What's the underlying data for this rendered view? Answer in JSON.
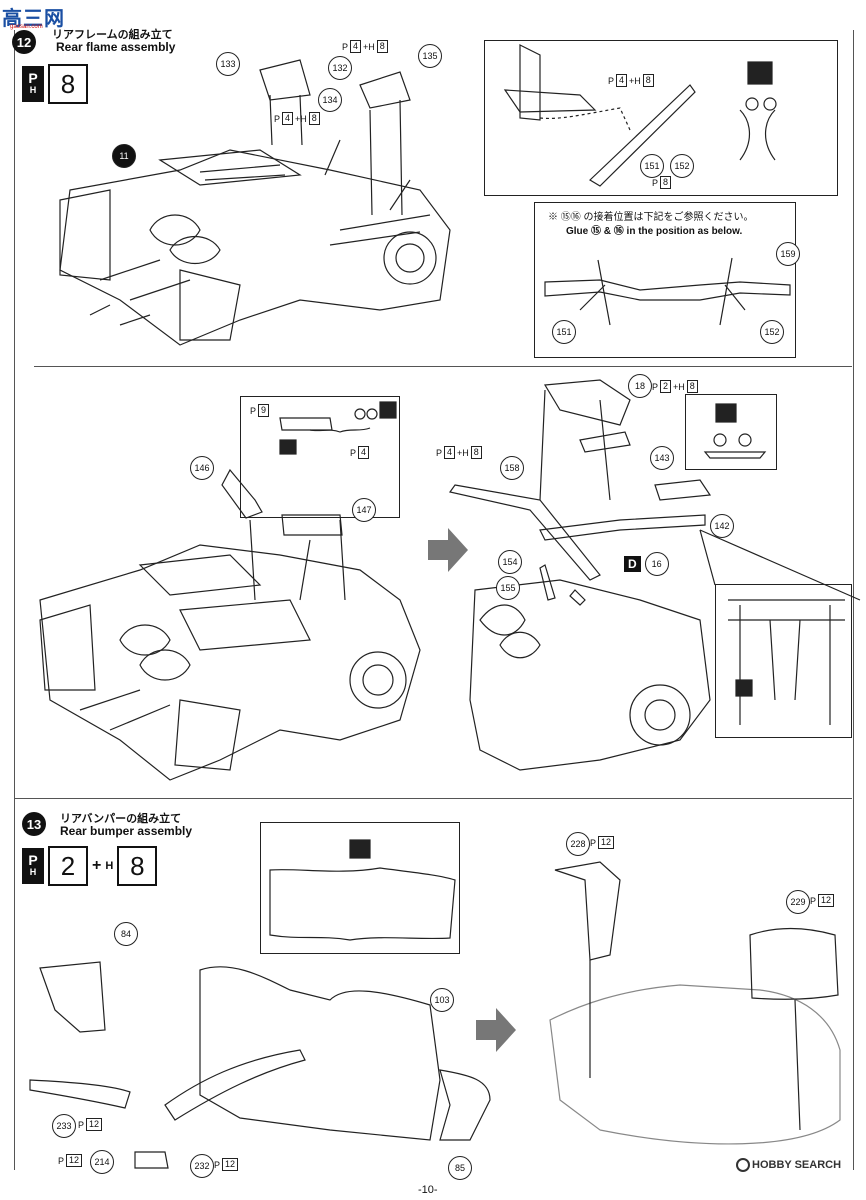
{
  "watermark": {
    "top": "高三网",
    "top_sub": "gaosan.com",
    "bottom": "HOBBY SEARCH"
  },
  "step12": {
    "badge": "12",
    "title_jp": "リアフレームの組み立て",
    "title_en": "Rear flame assembly",
    "paint": {
      "ph": "P",
      "h": "H",
      "num": "8"
    }
  },
  "step13": {
    "badge": "13",
    "title_jp": "リアバンパーの組み立て",
    "title_en": "Rear bumper assembly",
    "paint": {
      "n1": "2",
      "n2": "8"
    }
  },
  "glue_note": {
    "jp": "※ ⑮⑯ の接着位置は下記をご参照ください。",
    "en": "Glue ⑮ & ⑯ in the position as below."
  },
  "callouts": {
    "p133": "133",
    "p132": "132",
    "p134": "134",
    "p135": "135",
    "p11": "11",
    "p151": "151",
    "p152": "152",
    "p159": "159",
    "p151b": "151",
    "p152b": "152",
    "p146": "146",
    "p147": "147",
    "p18": "18",
    "p143": "143",
    "p158": "158",
    "p142": "142",
    "p154": "154",
    "p155": "155",
    "pD16": "16",
    "p84": "84",
    "p103": "103",
    "p233": "233",
    "p214": "214",
    "p232": "232",
    "p85": "85",
    "p228": "228",
    "p229": "229"
  },
  "paintcodes": {
    "a": {
      "p": "4",
      "h": "8"
    },
    "b": {
      "p": "4",
      "h": "8"
    },
    "c": {
      "p": "4",
      "h": "8"
    },
    "d": "8",
    "e": "9",
    "f": "4",
    "g": {
      "p": "2",
      "h": "8"
    },
    "h": {
      "p": "4",
      "h": "8"
    },
    "i": "12",
    "j": "12",
    "k": "12",
    "l": "12",
    "m": "12"
  },
  "labels": {
    "d_letter": "D",
    "pair_open": "(",
    "pair_close": ")"
  },
  "page": "-10-"
}
